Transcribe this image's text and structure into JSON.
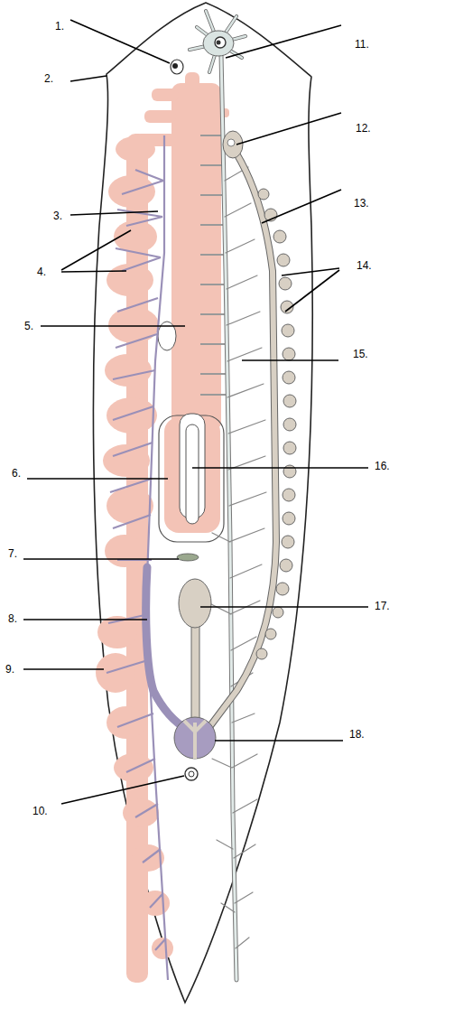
{
  "diagram": {
    "labels": [
      "1.",
      "2.",
      "3.",
      "4.",
      "5.",
      "6.",
      "7.",
      "8.",
      "9.",
      "10.",
      "11.",
      "12.",
      "13.",
      "14.",
      "15.",
      "16.",
      "17.",
      "18."
    ]
  }
}
